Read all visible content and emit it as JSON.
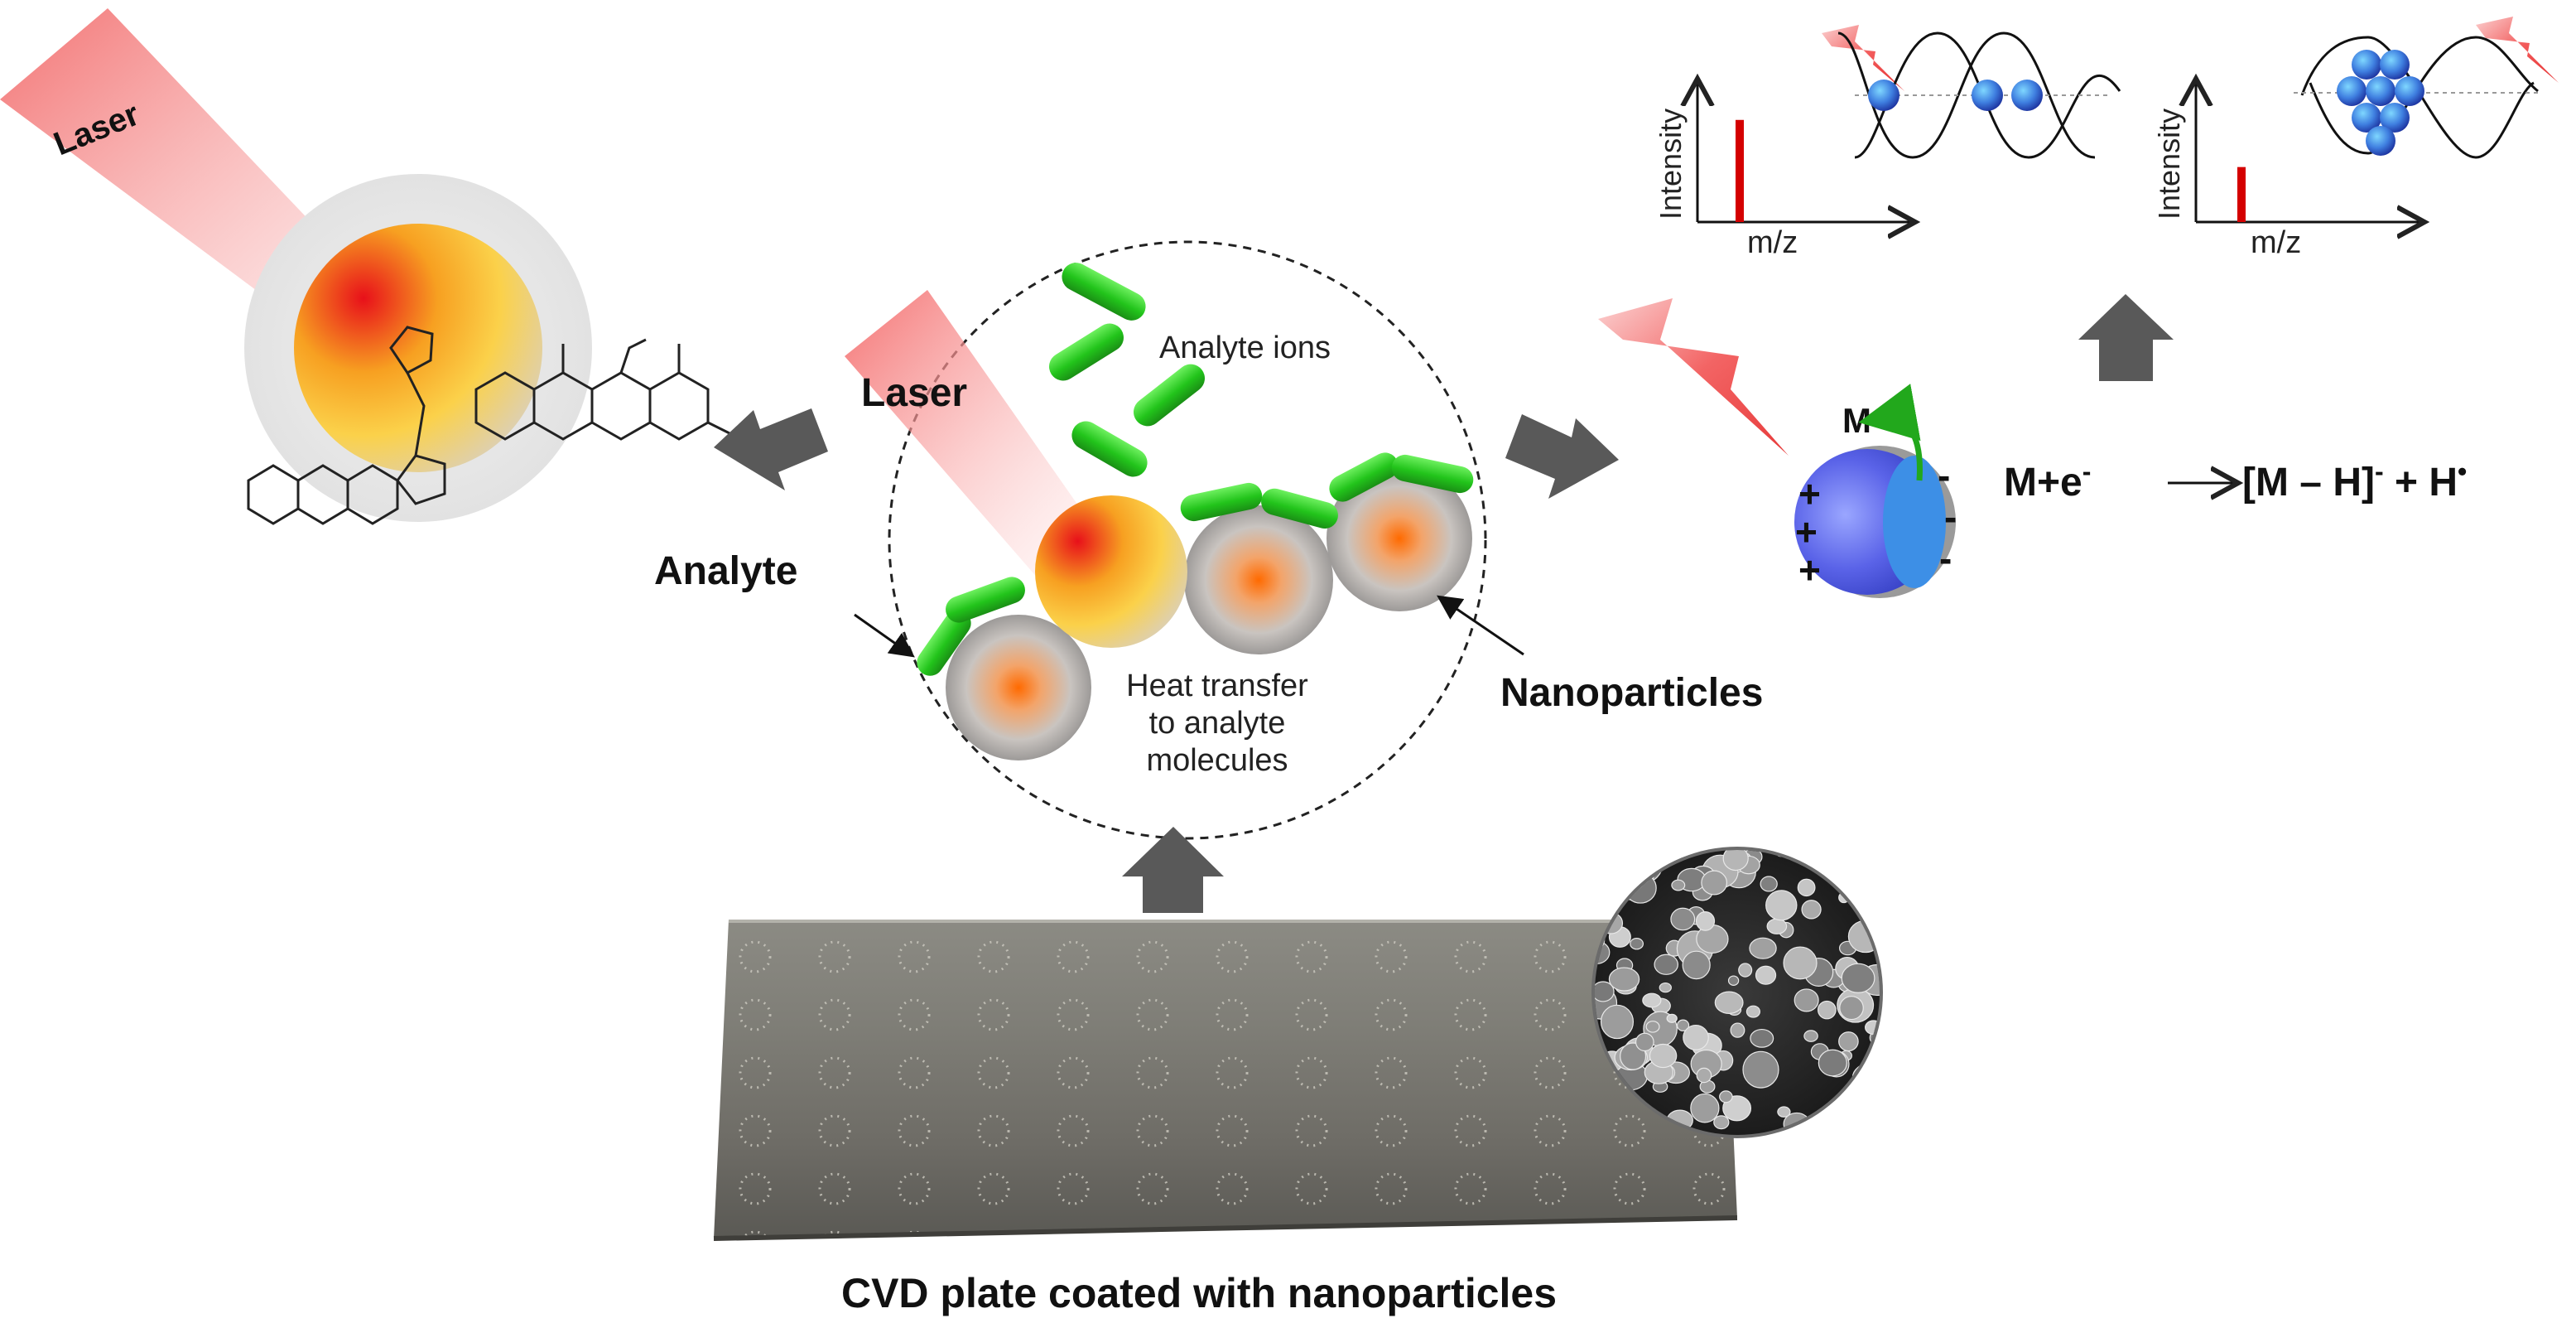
{
  "laser_left": "Laser",
  "laser_center": "Laser",
  "analyte_ions": "Analyte ions",
  "heat_line1": "Heat transfer",
  "heat_line2": "to analyte",
  "heat_line3": "molecules",
  "analyte_label": "Analyte",
  "nanoparticles_label": "Nanoparticles",
  "plate_caption": "CVD plate coated with nanoparticles",
  "spectrum_ylabel_1": "Intensity",
  "spectrum_xlabel_1": "m/z",
  "spectrum_ylabel_2": "Intensity",
  "spectrum_xlabel_2": "m/z",
  "m_label": "M",
  "equation": {
    "lhs": "M+e",
    "lhs_sup": "-",
    "rhs_bracket": "[M – H]",
    "rhs_sup": "-",
    "rhs_plus": " + H",
    "rhs_dot": "•"
  },
  "charges": {
    "plus": "+",
    "minus": "-"
  },
  "spectra": [
    {
      "peak_intensity": 0.78
    },
    {
      "peak_intensity": 0.42
    }
  ],
  "colors": {
    "arrow": "#595959",
    "analyte_green": "#2fbf2a",
    "peak_red": "#d40000",
    "laser_red": "#f05a5a",
    "nanoparticle_orange": "#f07a20"
  }
}
